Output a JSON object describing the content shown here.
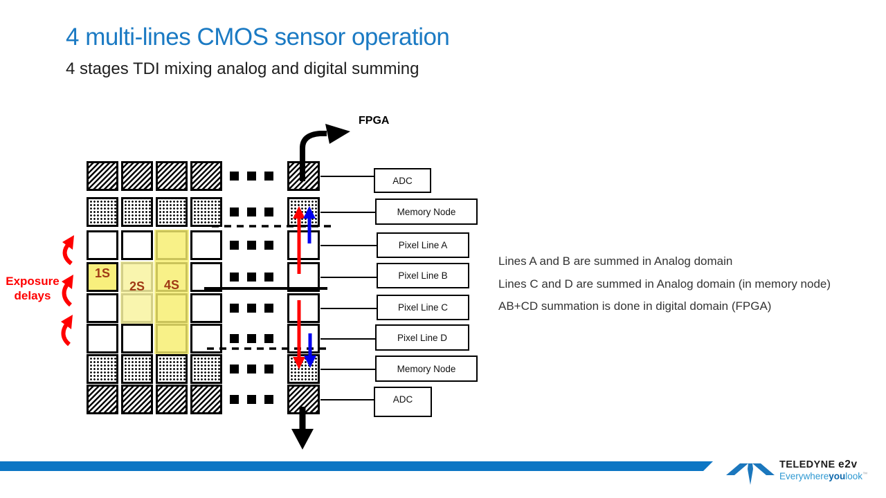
{
  "slide": {
    "title": "4 multi-lines CMOS sensor operation",
    "subtitle": "4 stages TDI mixing analog and digital summing"
  },
  "diagram": {
    "exposure_label": "Exposure delays",
    "fpga_label": "FPGA",
    "stage_labels": {
      "s1": "1S",
      "s2": "2S",
      "s4": "4S"
    },
    "row_patterns": [
      "hatch",
      "dots",
      "plain",
      "plain",
      "plain",
      "plain",
      "dots",
      "hatch"
    ],
    "readout_boxes": [
      "ADC",
      "Memory Node",
      "Pixel Line A",
      "Pixel Line B",
      "Pixel Line C",
      "Pixel Line D",
      "Memory Node",
      "ADC"
    ]
  },
  "notes": [
    "Lines A and B are summed in Analog domain",
    "Lines C and D are summed in Analog domain (in memory node)",
    "AB+CD summation is done in digital domain (FPGA)"
  ],
  "footer": {
    "brand_teledyne": "TELEDYNE",
    "brand_e2v": "e2v",
    "tagline_everywhere": "Everywhere",
    "tagline_you": "you",
    "tagline_look": "look",
    "trademark": "™"
  },
  "colors": {
    "title_blue": "#1b7ac3",
    "footer_bar_blue": "#0d76c4",
    "logo_blue": "#1b77bd",
    "tagline_blue": "#2f99d2",
    "tagline_bold_blue": "#0c67ab",
    "arrow_red": "#ff0000",
    "arrow_blue": "#0000ee",
    "stage_label_red": "#a03a16",
    "highlight_yellow": "#f8ef7d"
  }
}
